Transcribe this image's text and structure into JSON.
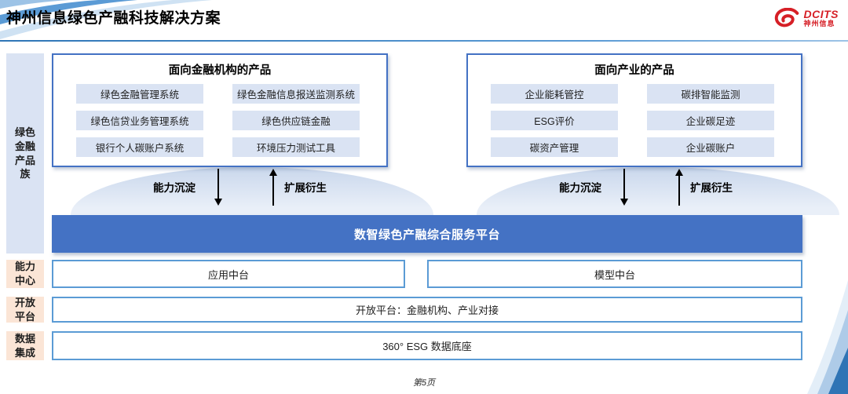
{
  "header": {
    "title": "神州信息绿色产融科技解决方案",
    "logo": {
      "brand": "DCITS",
      "brand_cn": "神州信息"
    }
  },
  "sidebar": {
    "product_family_label": "绿色金融产品族",
    "capability_label": "能力中心",
    "open_label": "开放平台",
    "data_label": "数据集成"
  },
  "finance_box": {
    "title": "面向金融机构的产品",
    "items": [
      "绿色金融管理系统",
      "绿色金融信息报送监测系统",
      "绿色信贷业务管理系统",
      "绿色供应链金融",
      "银行个人碳账户系统",
      "环境压力测试工具"
    ]
  },
  "industry_box": {
    "title": "面向产业的产品",
    "items": [
      "企业能耗管控",
      "碳排智能监测",
      "ESG评价",
      "企业碳足迹",
      "碳资产管理",
      "企业碳账户"
    ]
  },
  "arrows": {
    "down_label": "能力沉淀",
    "up_label": "扩展衍生"
  },
  "platform_bar": {
    "label": "数智绿色产融综合服务平台"
  },
  "capability_row": {
    "left": "应用中台",
    "right": "模型中台"
  },
  "open_row": {
    "label": "开放平台：金融机构、产业对接"
  },
  "data_row": {
    "label": "360° ESG 数据底座"
  },
  "footer": {
    "page": "第5页"
  },
  "colors": {
    "accent_blue": "#4472c4",
    "light_blue_fill": "#dae3f3",
    "peach_fill": "#fbe5d6",
    "border_blue": "#5b9bd5",
    "logo_red": "#d61f26"
  }
}
